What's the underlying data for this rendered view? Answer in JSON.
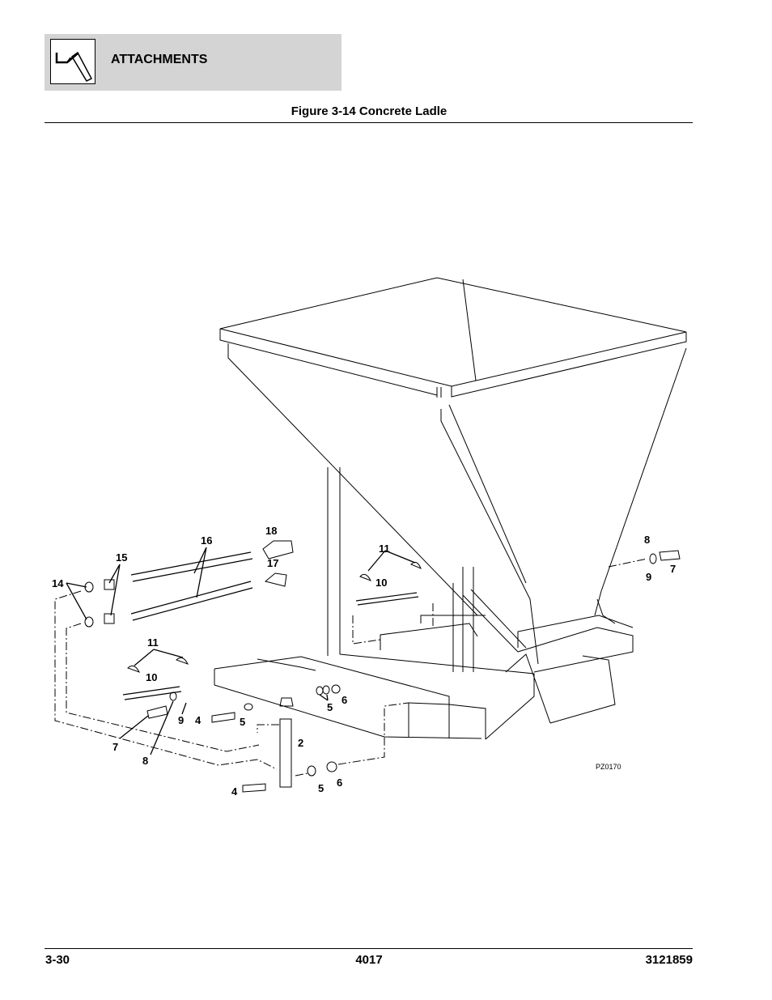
{
  "header": {
    "section_title": "ATTACHMENTS",
    "icon": "attachment-tool-icon"
  },
  "figure": {
    "caption": "Figure 3-14 Concrete Ladle",
    "drawing_id": "PZ0170"
  },
  "callouts": [
    "16",
    "18",
    "15",
    "17",
    "14",
    "11",
    "10",
    "8",
    "9",
    "7",
    "11",
    "10",
    "5",
    "6",
    "9",
    "4",
    "5",
    "7",
    "2",
    "8",
    "5",
    "6",
    "4"
  ],
  "footer": {
    "page": "3-30",
    "model": "4017",
    "part_number": "3121859"
  }
}
